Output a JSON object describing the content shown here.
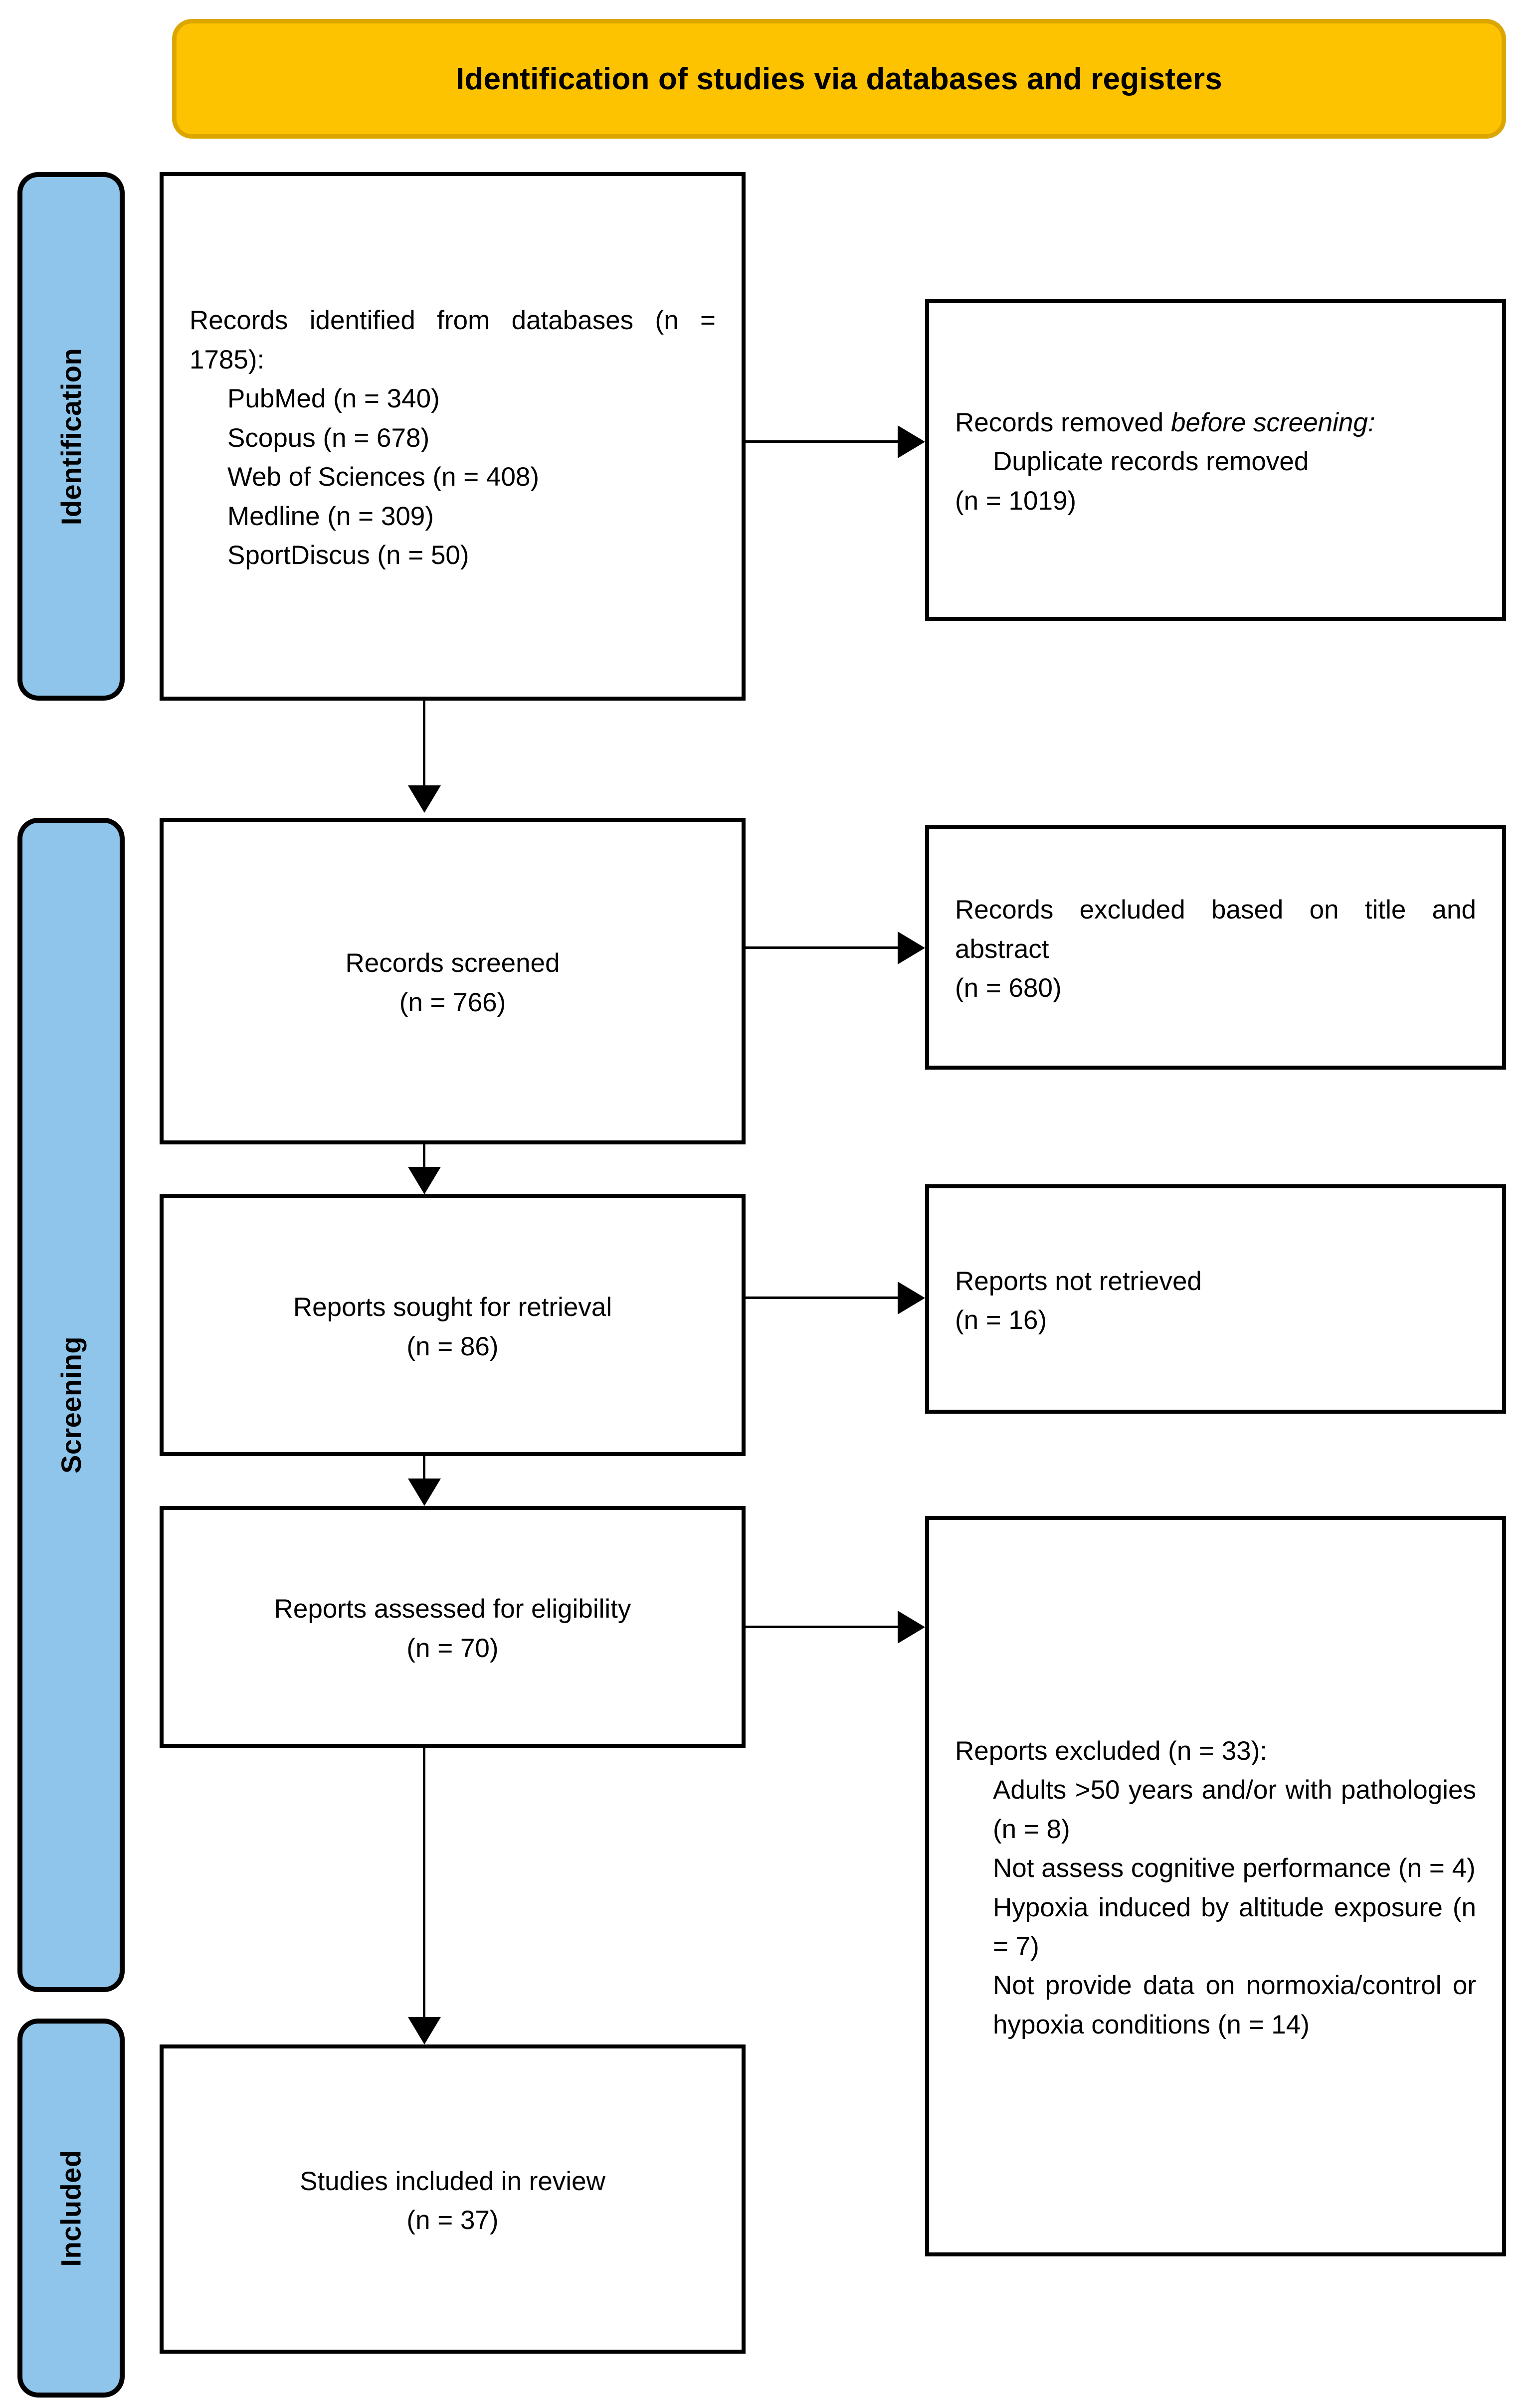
{
  "banner": {
    "title": "Identification of studies via databases and registers",
    "fill_color": "#FDC300",
    "border_color": "#DCA600"
  },
  "stages": {
    "identification": "Identification",
    "screening": "Screening",
    "included": "Included",
    "fill_color": "#8FC5EA"
  },
  "boxes": {
    "identified": {
      "line1": "Records identified from databases (n = 1785):",
      "sources": [
        "PubMed (n = 340)",
        "Scopus (n = 678)",
        "Web of Sciences (n = 408)",
        "Medline (n = 309)",
        "SportDiscus (n = 50)"
      ]
    },
    "removed": {
      "lead": "Records removed ",
      "lead_italic": "before screening",
      "lead_tail": ":",
      "item": "Duplicate records removed",
      "count": "(n = 1019)"
    },
    "screened": {
      "label": "Records screened",
      "count": "(n = 766)"
    },
    "excluded_title_abstract": {
      "line1": "Records excluded based on title and abstract",
      "count": "(n = 680)"
    },
    "sought": {
      "label": "Reports sought for retrieval",
      "count": "(n = 86)"
    },
    "not_retrieved": {
      "label": "Reports not retrieved",
      "count": "(n = 16)"
    },
    "assessed": {
      "label": "Reports assessed for eligibility",
      "count": "(n = 70)"
    },
    "reports_excluded": {
      "heading": "Reports excluded (n = 33):",
      "reasons": [
        "Adults >50 years and/or with pathologies (n = 8)",
        "Not assess cognitive performance (n = 4)",
        "Hypoxia induced by altitude exposure (n = 7)",
        "Not provide data on normoxia/control or hypoxia conditions (n = 14)"
      ]
    },
    "included": {
      "label": "Studies included in review",
      "count": "(n = 37)"
    }
  }
}
